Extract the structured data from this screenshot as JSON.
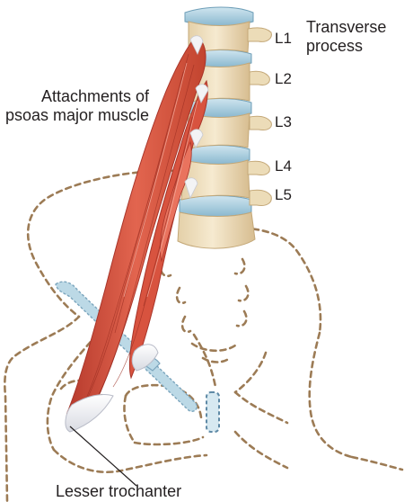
{
  "labels": {
    "transverse_process": "Transverse process",
    "attachments": "Attachments of psoas major muscle",
    "lesser_trochanter": "Lesser trochanter"
  },
  "vertebrae": [
    "L1",
    "L2",
    "L3",
    "L4",
    "L5"
  ],
  "colors": {
    "bone": "#f2e3c4",
    "bone_shadow": "#d9c29a",
    "disc": "#a9cfe0",
    "disc_edge": "#6f9fb8",
    "muscle": "#d9533f",
    "muscle_dark": "#a8352a",
    "muscle_light": "#f2a293",
    "tendon": "#f3f3f5",
    "pelvis_outline": "#9c7b55",
    "ligament": "#bcd9e6",
    "ligament_edge": "#7ba5bd"
  }
}
